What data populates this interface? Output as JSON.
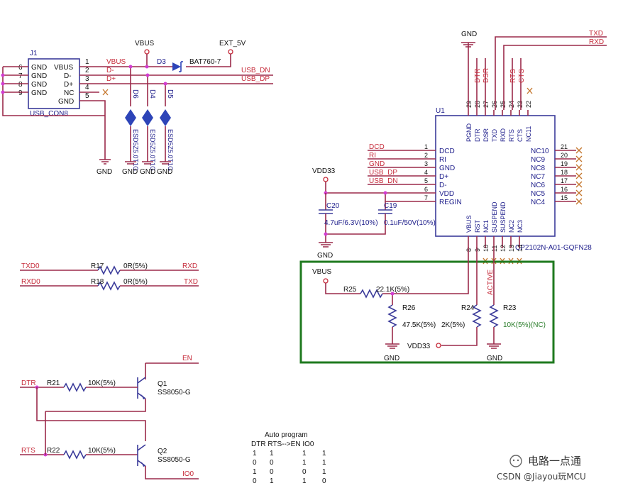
{
  "connector": {
    "ref": "J1",
    "name": "USB_CON8",
    "left_pins": [
      "6",
      "7",
      "8",
      "9"
    ],
    "left_labels": [
      "GND",
      "GND",
      "GND",
      "GND"
    ],
    "right_labels": [
      "VBUS",
      "D-",
      "D+",
      "NC",
      "GND"
    ],
    "right_pins": [
      "1",
      "2",
      "3",
      "4",
      "5"
    ]
  },
  "power": {
    "vbus": "VBUS",
    "ext5v": "EXT_5V",
    "d3": "D3",
    "d3_part": "BAT760-7",
    "vdd33_a": "VDD33",
    "vdd33_b": "VDD33",
    "vbus_b": "VBUS",
    "vdd33_c": "VDD33"
  },
  "nets": {
    "vbus": "VBUS",
    "dm": "D-",
    "dp": "D+",
    "usb_dn": "USB_DN",
    "usb_dp": "USB_DP",
    "txd": "TXD",
    "rxd": "RXD",
    "dcd": "DCD",
    "ri": "RI",
    "gnd": "GND",
    "usb_dp2": "USB_DP",
    "usb_dn2": "USB_DN",
    "active": "ACTIVE"
  },
  "esd": {
    "refs": [
      "D6",
      "D4",
      "D5"
    ],
    "part": "ESD5Z5.0T1G"
  },
  "gnd_labels": {
    "g1": "GND",
    "g2": "GND",
    "g3": "GND",
    "g4": "GND",
    "g5": "GND",
    "g6": "GND",
    "g7": "GND",
    "g8": "GND",
    "g9": "GND"
  },
  "caps": {
    "c20": "C20",
    "c20_val": "4.7uF/6.3V(10%)",
    "c19": "C19",
    "c19_val": "0.1uF/50V(10%)"
  },
  "chip": {
    "ref": "U1",
    "part": "CP2102N-A01-GQFN28",
    "top_pin_nums": [
      "29",
      "28",
      "27",
      "26",
      "25",
      "24",
      "23",
      "22"
    ],
    "top_pin_names": [
      "PGND",
      "DTR",
      "DSR",
      "TXD",
      "RXD",
      "RTS",
      "CTS",
      "NC11"
    ],
    "top_net_labels": [
      "DTR",
      "DSR",
      "RTS",
      "CTS"
    ],
    "left_pin_nums": [
      "1",
      "2",
      "3",
      "4",
      "5",
      "6",
      "7"
    ],
    "left_pin_names": [
      "DCD",
      "RI",
      "GND",
      "D+",
      "D-",
      "VDD",
      "REGIN"
    ],
    "right_pin_nums": [
      "21",
      "20",
      "19",
      "18",
      "17",
      "16",
      "15"
    ],
    "right_pin_names": [
      "NC10",
      "NC9",
      "NC8",
      "NC7",
      "NC6",
      "NC5",
      "NC4"
    ],
    "bottom_pin_nums": [
      "8",
      "9",
      "10",
      "11",
      "12",
      "13",
      "14"
    ],
    "bottom_pin_names": [
      "VBUS",
      "RST",
      "NC1",
      "SUSPEND",
      "SUSPEND",
      "NC2",
      "NC3"
    ]
  },
  "top_right_nets": {
    "txd": "TXD",
    "rxd": "RXD"
  },
  "uart": {
    "txd0": "TXD0",
    "r17": "R17",
    "r17_val": "0R(5%)",
    "rxd": "RXD",
    "rxd0": "RXD0",
    "r18": "R18",
    "r18_val": "0R(5%)",
    "txd": "TXD"
  },
  "box": {
    "r25": "R25",
    "r25_val": "22.1K(5%)",
    "r26": "R26",
    "r26_val": "47.5K(5%)",
    "r24": "R24",
    "r24_val": "2K(5%)",
    "r23": "R23",
    "r23_val": "10K(5%)(NC)"
  },
  "transistors": {
    "en": "EN",
    "dtr": "DTR",
    "r21": "R21",
    "r21_val": "10K(5%)",
    "q1": "Q1",
    "q1_part": "SS8050-G",
    "rts": "RTS",
    "r22": "R22",
    "r22_val": "10K(5%)",
    "q2": "Q2",
    "q2_part": "SS8050-G",
    "io0": "IO0"
  },
  "truth_table": {
    "title": "Auto program",
    "header": "DTR RTS-->EN  IO0",
    "rows": [
      [
        "1",
        "1",
        "1",
        "1"
      ],
      [
        "0",
        "0",
        "1",
        "1"
      ],
      [
        "1",
        "0",
        "0",
        "1"
      ],
      [
        "0",
        "1",
        "1",
        "0"
      ]
    ]
  },
  "watermark": {
    "brand": "电路一点通",
    "credit": "CSDN @Jiayou玩MCU"
  },
  "colors": {
    "wire": "#9b2a4a",
    "component": "#3b3b9a",
    "junction": "#d23dd2",
    "highlight_box": "#1f7a1f"
  }
}
